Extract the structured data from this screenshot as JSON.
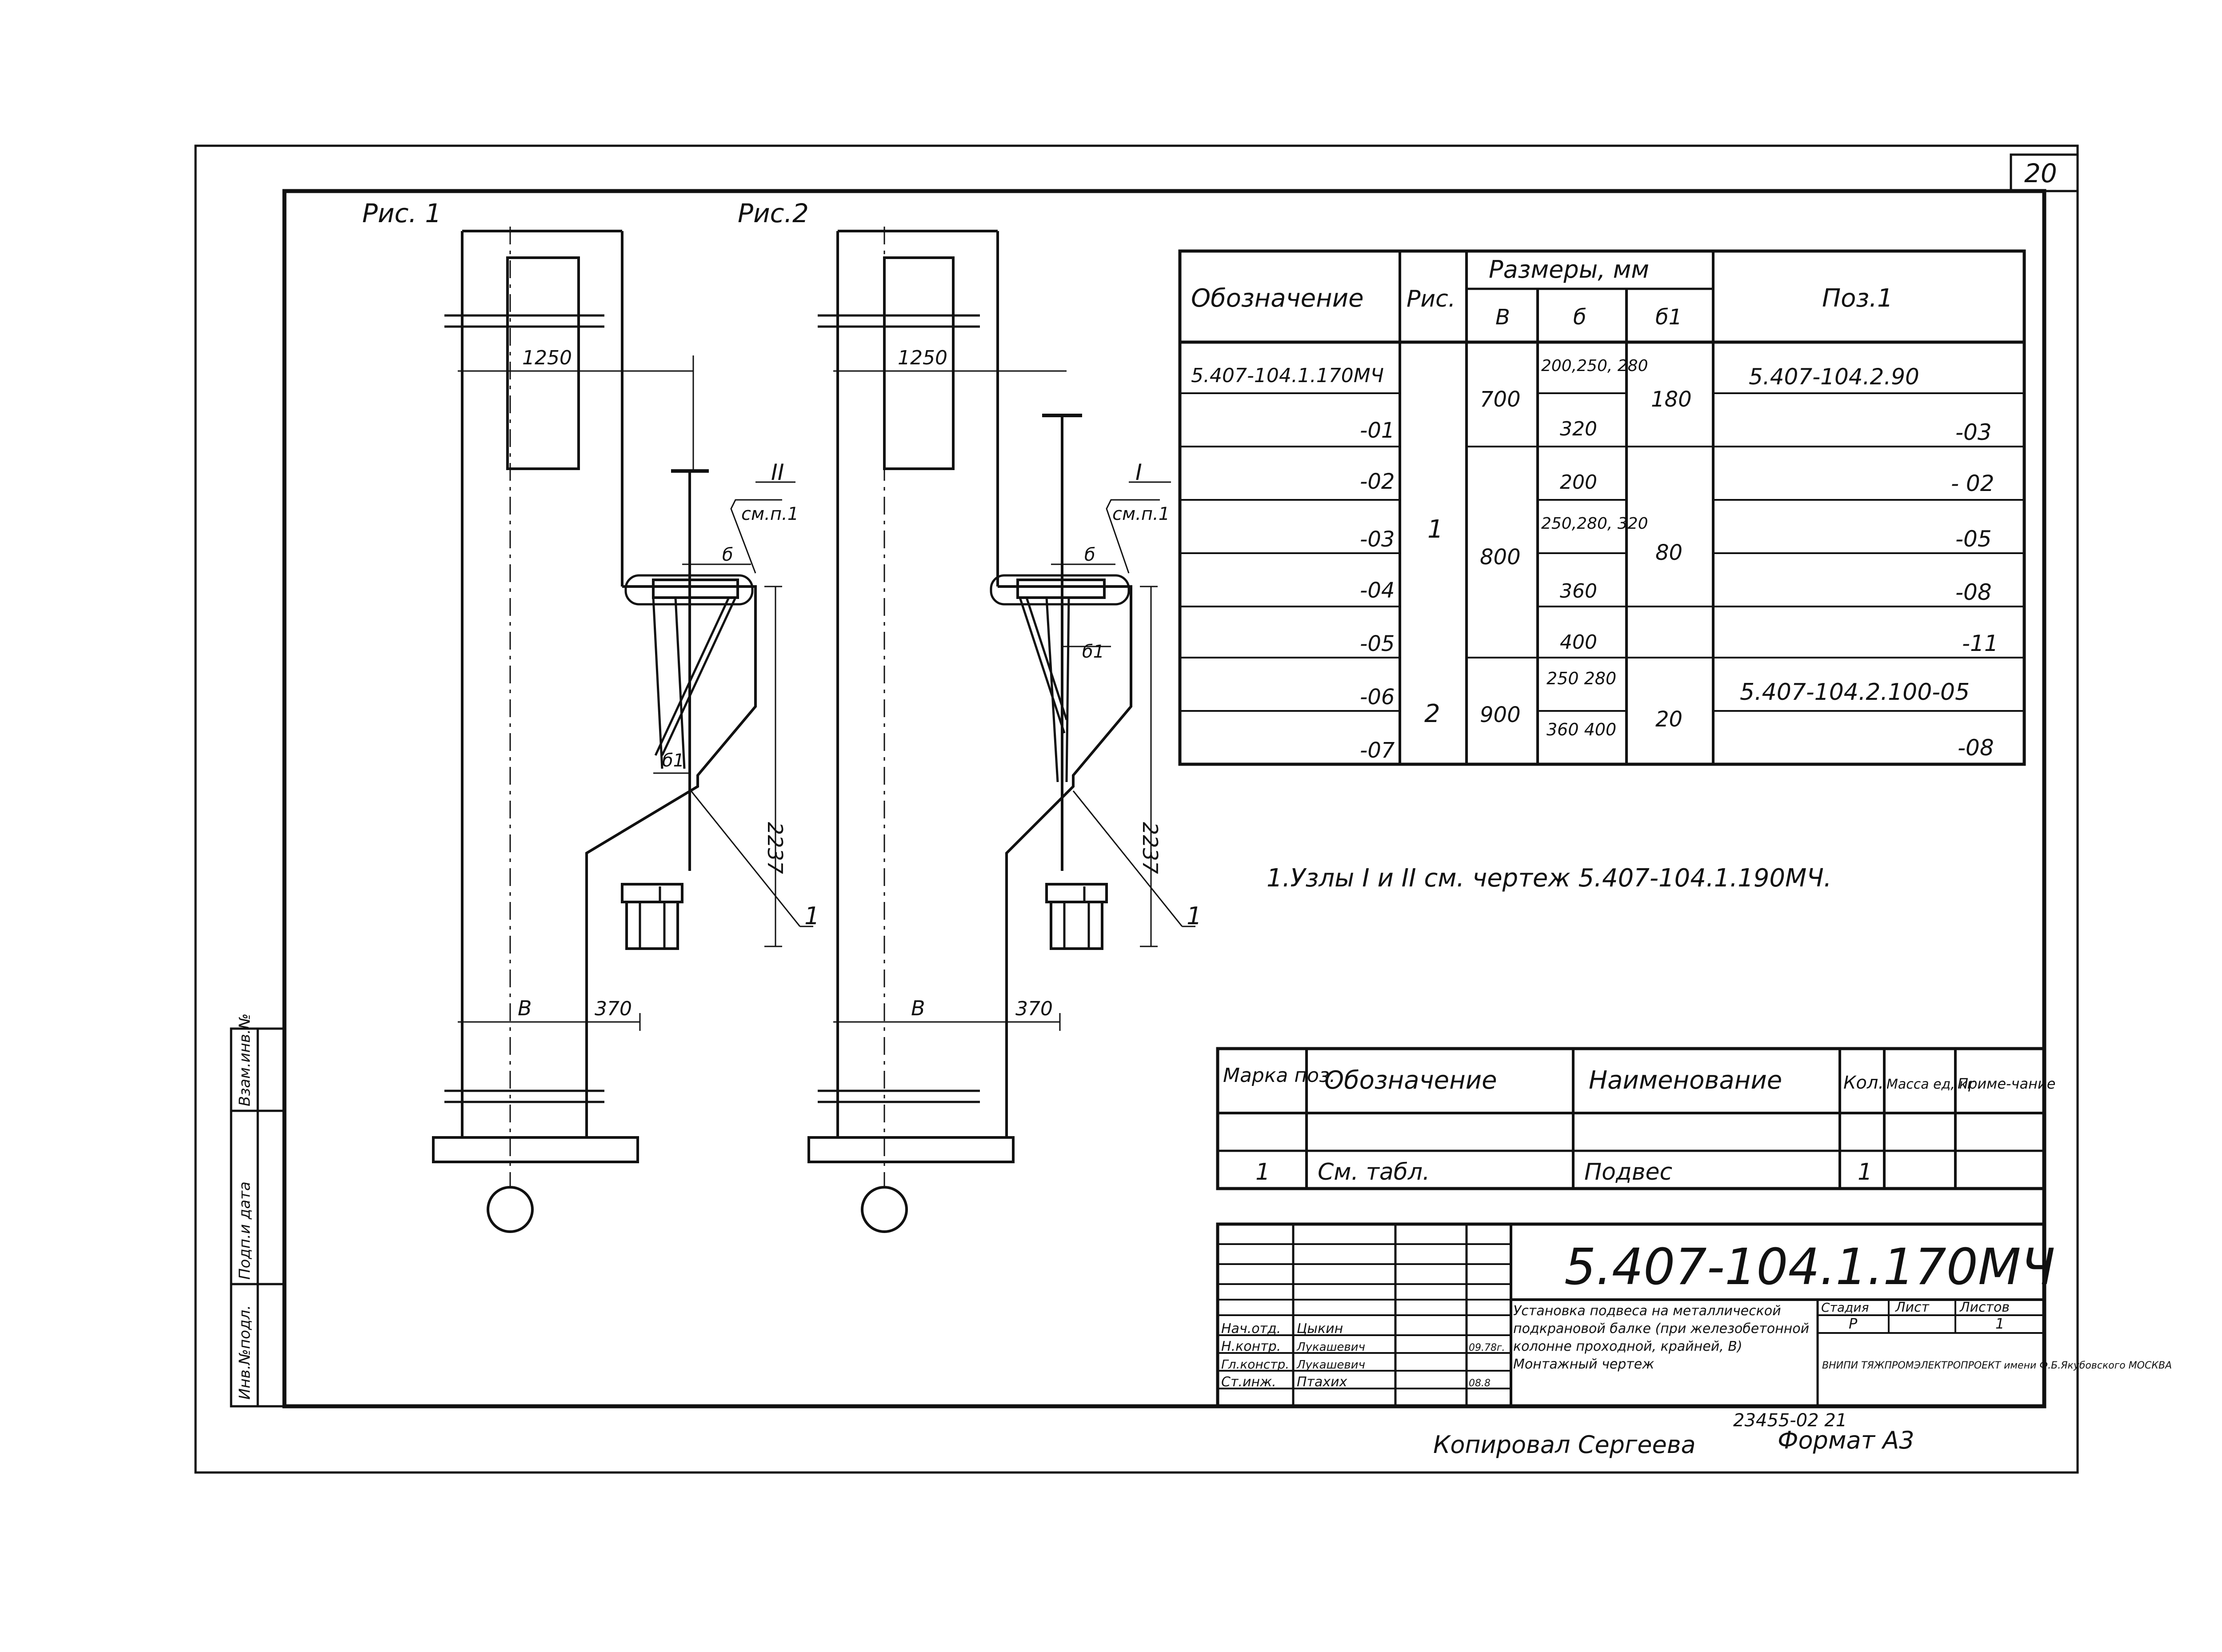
{
  "sheet_number": "20",
  "figures": {
    "fig1_label": "Рис. 1",
    "fig2_label": "Рис.2",
    "dim_1250": "1250",
    "dim_2237": "2237",
    "dim_370": "370",
    "label_B": "В",
    "label_b": "б",
    "label_b1": "б1",
    "callout_1": "1",
    "node_I": "I",
    "node_II": "II",
    "see_note": "см.п.1"
  },
  "sizes_table": {
    "col_designation": "Обозначение",
    "col_fig": "Рис.",
    "col_sizes": "Размеры, мм",
    "col_B": "В",
    "col_b": "б",
    "col_b1": "б1",
    "col_pos1": "Поз.1",
    "rows": [
      {
        "designation": "5.407-104.1.170МЧ",
        "b": "200,250, 280",
        "pos1": "5.407-104.2.90"
      },
      {
        "designation": "-01",
        "b": "320",
        "pos1": "-03"
      },
      {
        "designation": "-02",
        "b": "200",
        "pos1": "- 02"
      },
      {
        "designation": "-03",
        "b": "250,280, 320",
        "pos1": "-05"
      },
      {
        "designation": "-04",
        "b": "360",
        "pos1": "-08"
      },
      {
        "designation": "-05",
        "b": "400",
        "pos1": "-11"
      },
      {
        "designation": "-06",
        "b": "250 280",
        "pos1": "5.407-104.2.100-05"
      },
      {
        "designation": "-07",
        "b": "360 400",
        "pos1": "-08"
      }
    ],
    "groups": {
      "fig_1": "1",
      "fig_2": "2",
      "B_700": "700",
      "B_800": "800",
      "B_900": "900",
      "b1_180": "180",
      "b1_80": "80",
      "b1_20": "20"
    }
  },
  "note": "1.Узлы I и II см. чертеж 5.407-104.1.190МЧ.",
  "spec_table": {
    "headers": [
      "Марка поз.",
      "Обозначение",
      "Наименование",
      "Кол.",
      "Масса ед, кг",
      "Приме-чание"
    ],
    "rows": [
      [
        "1",
        "См. табл.",
        "Подвес",
        "1",
        "",
        ""
      ]
    ]
  },
  "title_block": {
    "doc_code": "5.407-104.1.170МЧ",
    "title": "Установка подвеса на металлической подкрановой балке (при железобетонной колонне проходной, крайней, В) Монтажный чертеж",
    "stage_header": "Стадия",
    "sheet_header": "Лист",
    "sheets_header": "Листов",
    "stage": "Р",
    "sheets": "1",
    "org": "ВНИПИ ТЯЖПРОМЭЛЕКТРОПРОЕКТ имени Ф.Б.Якубовского МОСКВА",
    "roles": [
      {
        "role": "Нач.отд.",
        "name": "Цыкин",
        "date": ""
      },
      {
        "role": "Н.контр.",
        "name": "Лукашевич",
        "date": "09.78г."
      },
      {
        "role": "Гл.констр.",
        "name": "Лукашевич",
        "date": ""
      },
      {
        "role": "Ст.инж.",
        "name": "Птахих",
        "date": "08.8"
      }
    ]
  },
  "side_stamp": [
    "Инв.№подл.",
    "Подп.и дата",
    "Взам.инв.№"
  ],
  "footer": {
    "copied_by": "Копировал Сергеева",
    "archive_no": "23455-02 21",
    "format": "Формат А3"
  }
}
